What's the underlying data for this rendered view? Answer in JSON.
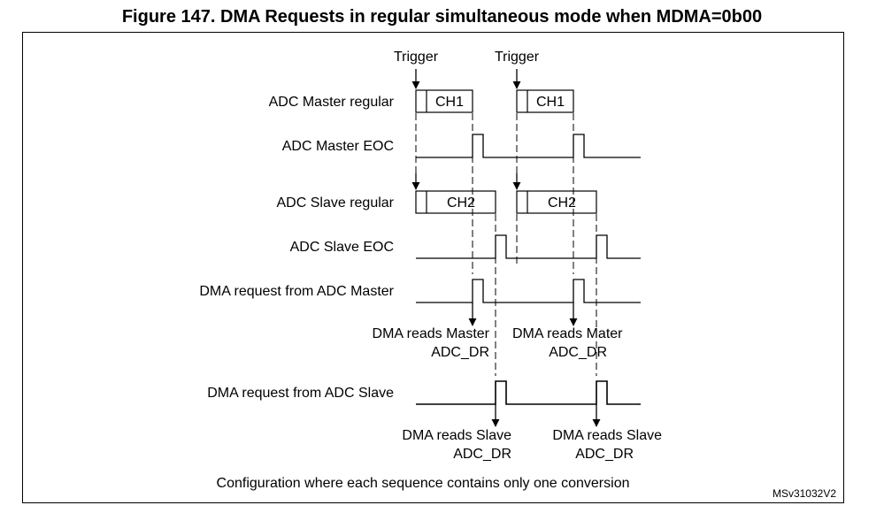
{
  "title": "Figure 147. DMA Requests in regular simultaneous mode when MDMA=0b00",
  "triggers": [
    "Trigger",
    "Trigger"
  ],
  "signals": {
    "master_regular": "ADC Master regular",
    "master_eoc": "ADC Master EOC",
    "slave_regular": "ADC Slave regular",
    "slave_eoc": "ADC Slave EOC",
    "dma_req_master": "DMA request from ADC Master",
    "dma_req_slave": "DMA request from ADC Slave"
  },
  "conversions": {
    "master": [
      "CH1",
      "CH1"
    ],
    "slave": [
      "CH2",
      "CH2"
    ]
  },
  "annotations": {
    "reads_master_1": [
      "DMA reads Master",
      "ADC_DR"
    ],
    "reads_master_2": [
      "DMA reads Mater",
      "ADC_DR"
    ],
    "reads_slave_1": [
      "DMA reads Slave",
      "ADC_DR"
    ],
    "reads_slave_2": [
      "DMA reads Slave",
      "ADC_DR"
    ]
  },
  "caption": "Configuration where each sequence contains only one conversion",
  "ref_code": "MSv31032V2"
}
